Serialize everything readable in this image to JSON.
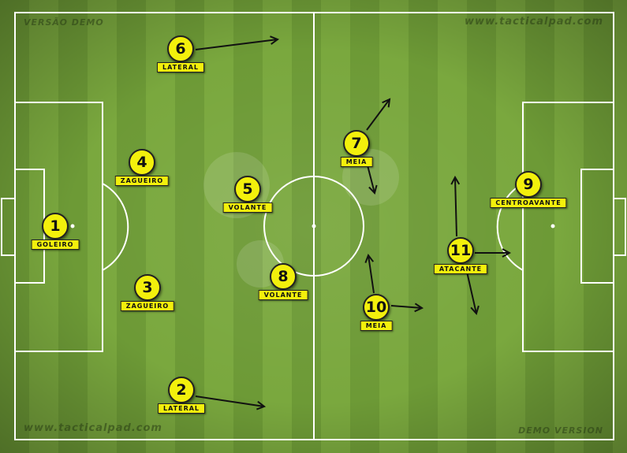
{
  "watermarks": {
    "top_left": "VERSÃO DEMO",
    "top_right": "www.tacticalpad.com",
    "bottom_left": "www.tacticalpad.com",
    "bottom_right": "DEMO VERSION"
  },
  "colors": {
    "player_fill": "#f3f00c",
    "arrow": "#111111",
    "lines": "#ffffff"
  },
  "players": [
    {
      "number": "1",
      "role": "GOLEIRO"
    },
    {
      "number": "2",
      "role": "LATERAL"
    },
    {
      "number": "3",
      "role": "ZAGUEIRO"
    },
    {
      "number": "4",
      "role": "ZAGUEIRO"
    },
    {
      "number": "5",
      "role": "VOLANTE"
    },
    {
      "number": "6",
      "role": "LATERAL"
    },
    {
      "number": "7",
      "role": "MEIA"
    },
    {
      "number": "8",
      "role": "VOLANTE"
    },
    {
      "number": "9",
      "role": "CENTROAVANTE"
    },
    {
      "number": "10",
      "role": "MEIA"
    },
    {
      "number": "11",
      "role": "ATACANTE"
    }
  ]
}
